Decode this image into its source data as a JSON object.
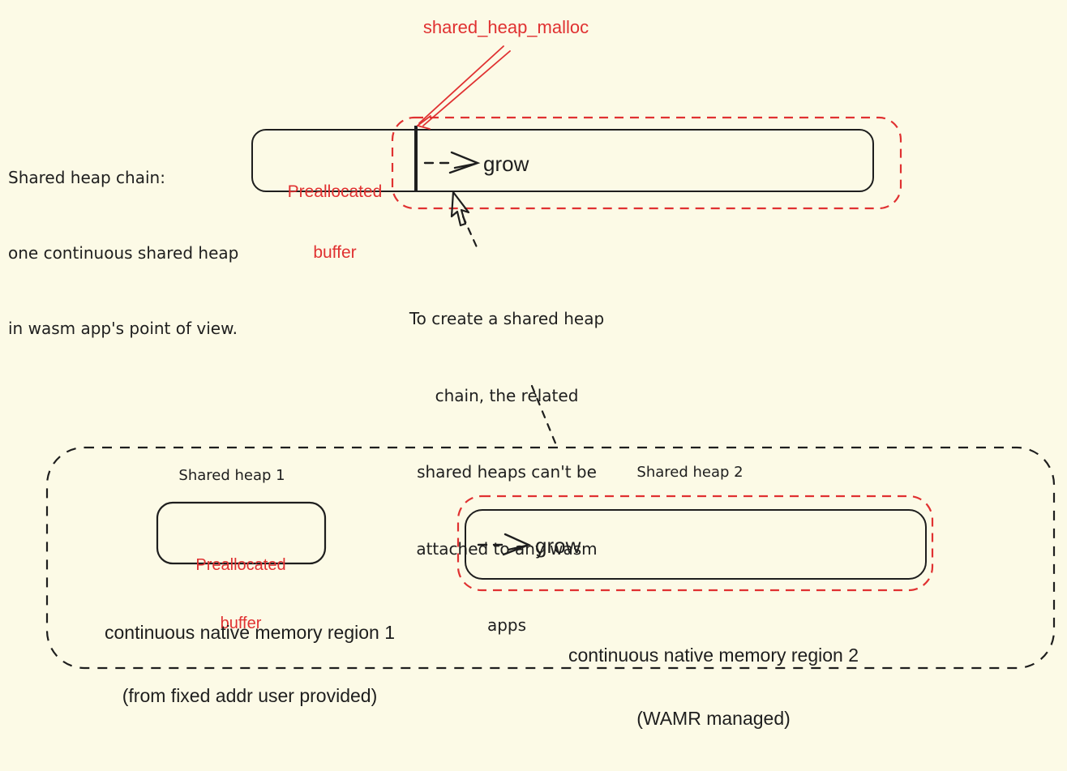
{
  "colors": {
    "background": "#FCFAE6",
    "accent_red": "#E03131",
    "ink": "#1E1E1E"
  },
  "malloc_label": "shared_heap_malloc",
  "chain_note": {
    "lines": [
      "Shared heap chain:",
      "one continuous shared heap",
      "in wasm app's point of view."
    ]
  },
  "chain_heap": {
    "prealloc": {
      "lines": [
        "Preallocated",
        "buffer"
      ]
    },
    "grow_label": "grow"
  },
  "create_note": {
    "lines": [
      "To create a shared heap",
      "chain, the related",
      "shared heaps can't be",
      "attached to any wasm",
      "apps"
    ]
  },
  "heap_group": {
    "heap1": {
      "title": "Shared heap 1",
      "prealloc": {
        "lines": [
          "Preallocated",
          "buffer"
        ]
      },
      "caption": {
        "lines": [
          "continuous native memory region 1",
          "(from fixed addr user provided)"
        ]
      }
    },
    "heap2": {
      "title": "Shared heap 2",
      "grow_label": "grow",
      "caption": {
        "lines": [
          "continuous native memory region 2",
          "(WAMR managed)"
        ]
      }
    }
  }
}
